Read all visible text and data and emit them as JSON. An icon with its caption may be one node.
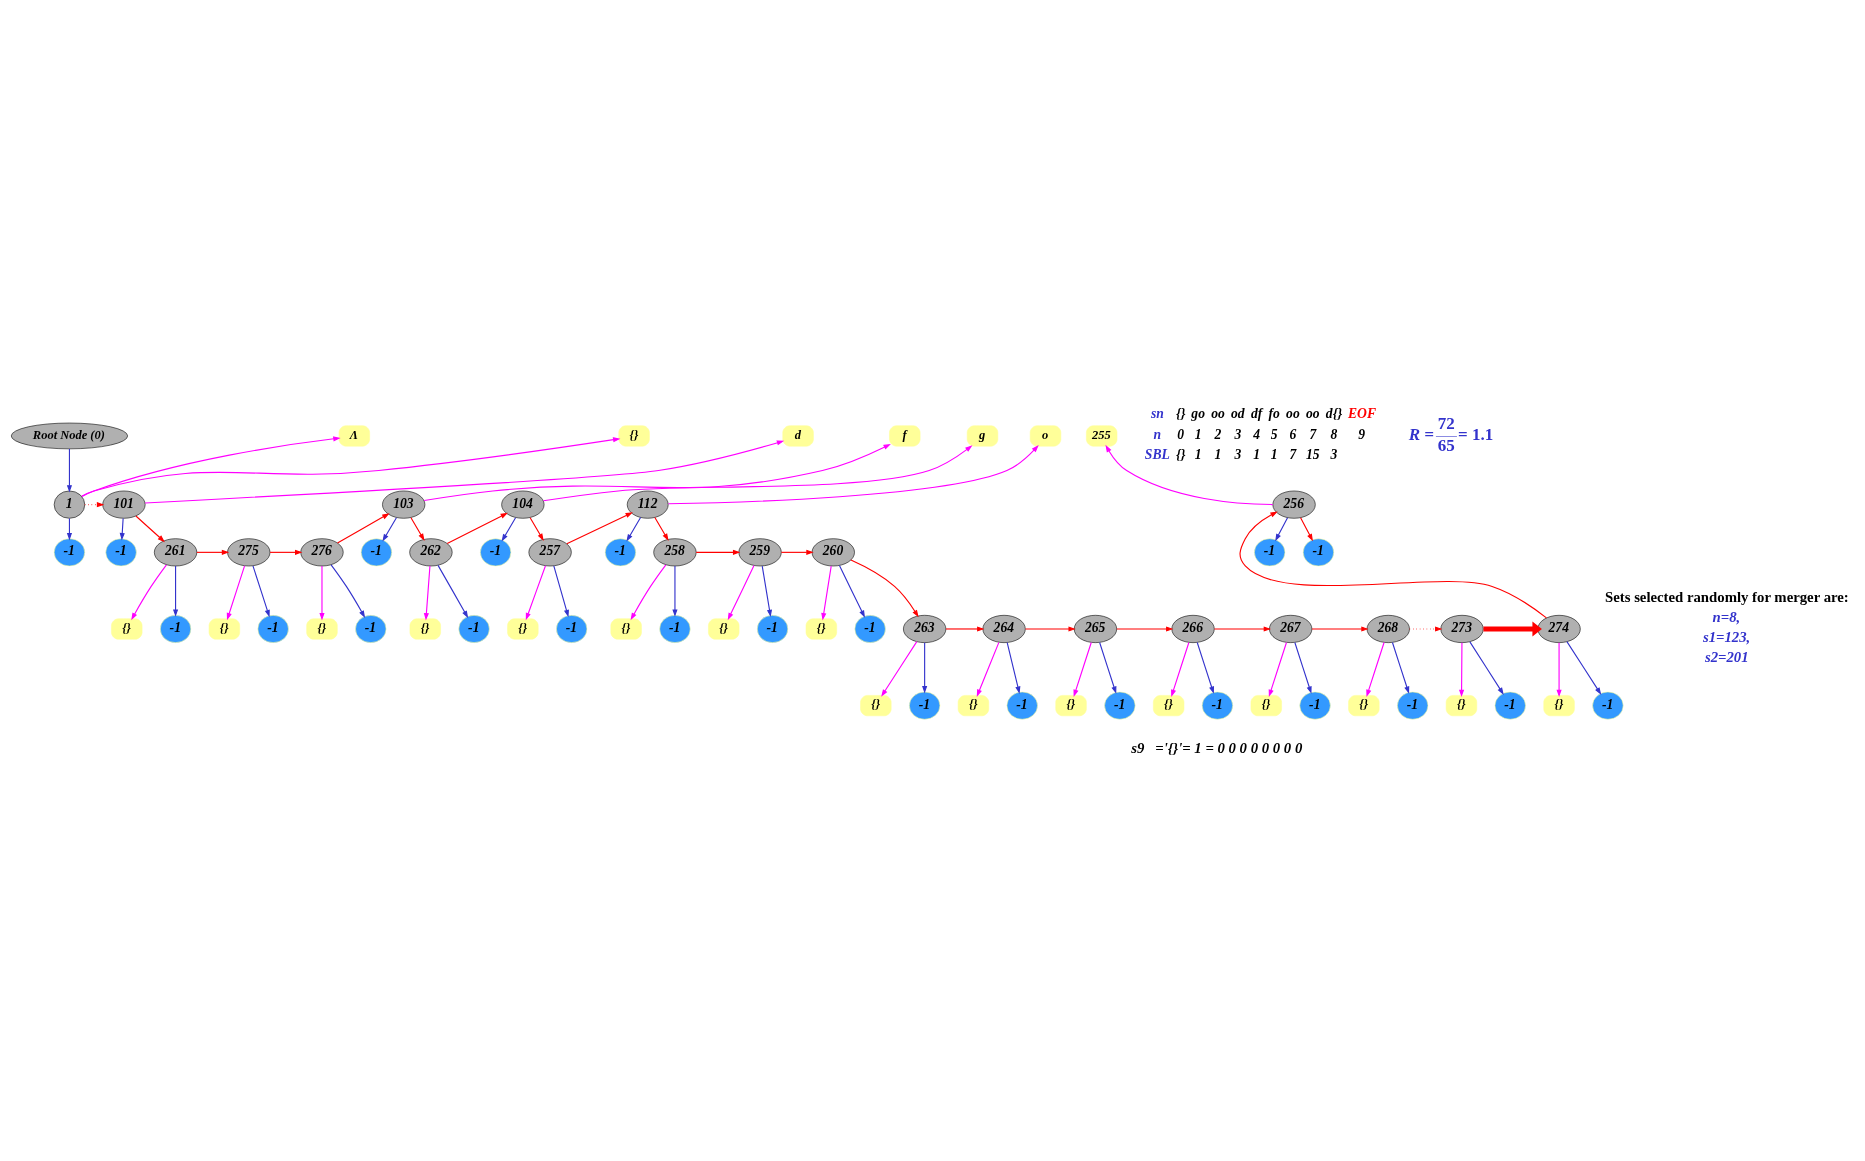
{
  "diagram": {
    "nodes": [
      {
        "text": [
          "Root Node (0)"
        ]
      },
      {
        "text": [
          "Λ"
        ]
      },
      {
        "text": [
          "{}"
        ]
      },
      {
        "text": [
          "d"
        ]
      },
      {
        "text": [
          "f"
        ]
      },
      {
        "text": [
          "g"
        ]
      },
      {
        "text": [
          "o"
        ]
      },
      {
        "text": [
          "255"
        ]
      },
      {
        "text": [
          "1"
        ]
      },
      {
        "text": [
          "101"
        ]
      },
      {
        "text": [
          "103"
        ]
      },
      {
        "text": [
          "104"
        ]
      },
      {
        "text": [
          "112"
        ]
      },
      {
        "text": [
          "256"
        ]
      },
      {
        "text": [
          "-1"
        ]
      },
      {
        "text": [
          "-1"
        ]
      },
      {
        "text": [
          "-1"
        ]
      },
      {
        "text": [
          "-1"
        ]
      },
      {
        "text": [
          "-1"
        ]
      },
      {
        "text": [
          "-1"
        ]
      },
      {
        "text": [
          "-1"
        ]
      },
      {
        "text": [
          "261"
        ]
      },
      {
        "text": [
          "275"
        ]
      },
      {
        "text": [
          "276"
        ]
      },
      {
        "text": [
          "262"
        ]
      },
      {
        "text": [
          "257"
        ]
      },
      {
        "text": [
          "258"
        ]
      },
      {
        "text": [
          "259"
        ]
      },
      {
        "text": [
          "260"
        ]
      },
      {
        "text": [
          "{}"
        ]
      },
      {
        "text": [
          "{}"
        ]
      },
      {
        "text": [
          "{}"
        ]
      },
      {
        "text": [
          "{}"
        ]
      },
      {
        "text": [
          "{}"
        ]
      },
      {
        "text": [
          "{}"
        ]
      },
      {
        "text": [
          "{}"
        ]
      },
      {
        "text": [
          "{}"
        ]
      },
      {
        "text": [
          "-1"
        ]
      },
      {
        "text": [
          "-1"
        ]
      },
      {
        "text": [
          "-1"
        ]
      },
      {
        "text": [
          "-1"
        ]
      },
      {
        "text": [
          "-1"
        ]
      },
      {
        "text": [
          "-1"
        ]
      },
      {
        "text": [
          "-1"
        ]
      },
      {
        "text": [
          "-1"
        ]
      },
      {
        "text": [
          "263"
        ]
      },
      {
        "text": [
          "264"
        ]
      },
      {
        "text": [
          "265"
        ]
      },
      {
        "text": [
          "266"
        ]
      },
      {
        "text": [
          "267"
        ]
      },
      {
        "text": [
          "268"
        ]
      },
      {
        "text": [
          "273"
        ]
      },
      {
        "text": [
          "274"
        ]
      },
      {
        "text": [
          "{}"
        ]
      },
      {
        "text": [
          "{}"
        ]
      },
      {
        "text": [
          "{}"
        ]
      },
      {
        "text": [
          "{}"
        ]
      },
      {
        "text": [
          "{}"
        ]
      },
      {
        "text": [
          "{}"
        ]
      },
      {
        "text": [
          "{}"
        ]
      },
      {
        "text": [
          "{}"
        ]
      },
      {
        "text": [
          "-1"
        ]
      },
      {
        "text": [
          "-1"
        ]
      },
      {
        "text": [
          "-1"
        ]
      },
      {
        "text": [
          "-1"
        ]
      },
      {
        "text": [
          "-1"
        ]
      },
      {
        "text": [
          "-1"
        ]
      },
      {
        "text": [
          "-1"
        ]
      },
      {
        "text": [
          "-1"
        ]
      }
    ],
    "edges": [
      {
        "from": 0,
        "to": 8,
        "arrow": "to",
        "color": "#3333cc"
      },
      {
        "from": 8,
        "to": 1,
        "arrow": "to",
        "color": "#ff00ff"
      },
      {
        "from": 8,
        "to": 2,
        "arrow": "to",
        "color": "#ff00ff"
      },
      {
        "from": 8,
        "to": 9,
        "arrow": "to",
        "style": "dashed",
        "color": "#ff0000"
      },
      {
        "from": 8,
        "to": 14,
        "arrow": "to",
        "color": "#3333cc"
      },
      {
        "from": 9,
        "to": 3,
        "arrow": "to",
        "color": "#ff00ff"
      },
      {
        "from": 9,
        "to": 15,
        "arrow": "to",
        "color": "#3333cc"
      },
      {
        "from": 9,
        "to": 21,
        "arrow": "to",
        "color": "#ff0000"
      },
      {
        "from": 10,
        "to": 4,
        "arrow": "to",
        "color": "#ff00ff"
      },
      {
        "from": 10,
        "to": 16,
        "arrow": "to",
        "color": "#3333cc"
      },
      {
        "from": 11,
        "to": 5,
        "arrow": "to",
        "color": "#ff00ff"
      },
      {
        "from": 11,
        "to": 17,
        "arrow": "to",
        "color": "#3333cc"
      },
      {
        "from": 12,
        "to": 6,
        "arrow": "to",
        "color": "#ff00ff"
      },
      {
        "from": 12,
        "to": 18,
        "arrow": "to",
        "color": "#3333cc"
      },
      {
        "from": 13,
        "to": 7,
        "arrow": "to",
        "color": "#ff00ff"
      },
      {
        "from": 13,
        "to": 19,
        "arrow": "to",
        "color": "#3333cc"
      },
      {
        "from": 13,
        "to": 20,
        "arrow": "to",
        "color": "#ff0000"
      },
      {
        "from": 21,
        "to": 29,
        "arrow": "to",
        "color": "#ff00ff"
      },
      {
        "from": 21,
        "to": 37,
        "arrow": "to",
        "color": "#3333cc"
      },
      {
        "from": 22,
        "to": 30,
        "arrow": "to",
        "color": "#ff00ff"
      },
      {
        "from": 22,
        "to": 38,
        "arrow": "to",
        "color": "#3333cc"
      },
      {
        "from": 23,
        "to": 31,
        "arrow": "to",
        "color": "#ff00ff"
      },
      {
        "from": 23,
        "to": 39,
        "arrow": "to",
        "color": "#3333cc"
      },
      {
        "from": 24,
        "to": 32,
        "arrow": "to",
        "color": "#ff00ff"
      },
      {
        "from": 24,
        "to": 40,
        "arrow": "to",
        "color": "#3333cc"
      },
      {
        "from": 25,
        "to": 33,
        "arrow": "to",
        "color": "#ff00ff"
      },
      {
        "from": 25,
        "to": 41,
        "arrow": "to",
        "color": "#3333cc"
      },
      {
        "from": 26,
        "to": 34,
        "arrow": "to",
        "color": "#ff00ff"
      },
      {
        "from": 26,
        "to": 42,
        "arrow": "to",
        "color": "#3333cc"
      },
      {
        "from": 27,
        "to": 35,
        "arrow": "to",
        "color": "#ff00ff"
      },
      {
        "from": 27,
        "to": 43,
        "arrow": "to",
        "color": "#3333cc"
      },
      {
        "from": 28,
        "to": 36,
        "arrow": "to",
        "color": "#ff00ff"
      },
      {
        "from": 28,
        "to": 44,
        "arrow": "to",
        "color": "#3333cc"
      },
      {
        "from": 21,
        "to": 22,
        "arrow": "to",
        "color": "#ff0000"
      },
      {
        "from": 22,
        "to": 23,
        "arrow": "to",
        "color": "#ff0000"
      },
      {
        "from": 23,
        "to": 10,
        "arrow": "to",
        "color": "#ff0000"
      },
      {
        "from": 10,
        "to": 24,
        "arrow": "to",
        "color": "#ff0000"
      },
      {
        "from": 24,
        "to": 11,
        "arrow": "to",
        "color": "#ff0000"
      },
      {
        "from": 11,
        "to": 25,
        "arrow": "to",
        "color": "#ff0000"
      },
      {
        "from": 25,
        "to": 12,
        "arrow": "to",
        "color": "#ff0000"
      },
      {
        "from": 12,
        "to": 26,
        "arrow": "to",
        "color": "#ff0000"
      },
      {
        "from": 26,
        "to": 27,
        "arrow": "to",
        "color": "#ff0000"
      },
      {
        "from": 27,
        "to": 28,
        "arrow": "to",
        "color": "#ff0000"
      },
      {
        "from": 28,
        "to": 45,
        "arrow": "to",
        "color": "#ff0000"
      },
      {
        "from": 45,
        "to": 53,
        "arrow": "to",
        "color": "#ff00ff"
      },
      {
        "from": 45,
        "to": 61,
        "arrow": "to",
        "color": "#3333cc"
      },
      {
        "from": 46,
        "to": 54,
        "arrow": "to",
        "color": "#ff00ff"
      },
      {
        "from": 46,
        "to": 62,
        "arrow": "to",
        "color": "#3333cc"
      },
      {
        "from": 47,
        "to": 55,
        "arrow": "to",
        "color": "#ff00ff"
      },
      {
        "from": 47,
        "to": 63,
        "arrow": "to",
        "color": "#3333cc"
      },
      {
        "from": 48,
        "to": 56,
        "arrow": "to",
        "color": "#ff00ff"
      },
      {
        "from": 48,
        "to": 64,
        "arrow": "to",
        "color": "#3333cc"
      },
      {
        "from": 49,
        "to": 57,
        "arrow": "to",
        "color": "#ff00ff"
      },
      {
        "from": 49,
        "to": 65,
        "arrow": "to",
        "color": "#3333cc"
      },
      {
        "from": 50,
        "to": 58,
        "arrow": "to",
        "color": "#ff00ff"
      },
      {
        "from": 50,
        "to": 66,
        "arrow": "to",
        "color": "#3333cc"
      },
      {
        "from": 51,
        "to": 59,
        "arrow": "to",
        "color": "#ff00ff"
      },
      {
        "from": 51,
        "to": 67,
        "arrow": "to",
        "color": "#3333cc"
      },
      {
        "from": 52,
        "to": 60,
        "arrow": "to",
        "color": "#ff00ff"
      },
      {
        "from": 52,
        "to": 68,
        "arrow": "to",
        "color": "#3333cc"
      },
      {
        "from": 45,
        "to": 46,
        "arrow": "to",
        "color": "#ff0000"
      },
      {
        "from": 46,
        "to": 47,
        "arrow": "to",
        "color": "#ff0000"
      },
      {
        "from": 47,
        "to": 48,
        "arrow": "to",
        "color": "#ff0000"
      },
      {
        "from": 48,
        "to": 49,
        "arrow": "to",
        "color": "#ff0000"
      },
      {
        "from": 49,
        "to": 50,
        "arrow": "to",
        "color": "#ff0000"
      },
      {
        "from": 50,
        "to": 51,
        "arrow": "to",
        "style": "dashed",
        "color": "#ff0000"
      },
      {
        "from": 51,
        "to": 52,
        "arrow": "to",
        "style": "thick",
        "color": "#ff0000"
      },
      {
        "from": 52,
        "to": 13,
        "arrow": "to",
        "color": "#ff0000"
      }
    ],
    "labels": [
      "sn",
      "{}",
      "go",
      "oo",
      "od",
      "df",
      "fo",
      "oo",
      "oo",
      "d{}",
      "EOF",
      "n",
      "0",
      "1",
      "2",
      "3",
      "4",
      "5",
      "6",
      "7",
      "8",
      "9",
      "SBL",
      "{}",
      "1",
      "1",
      "3",
      "1",
      "1",
      "7",
      "15",
      "3",
      "R =",
      "72",
      "65",
      "= 1.1",
      "Sets selected randomly for merger are:",
      "n=8,",
      "s1=123,",
      "s2=201",
      "s9",
      "='{}'= 1 = 0 0 0 0 0 0 0 0"
    ]
  }
}
